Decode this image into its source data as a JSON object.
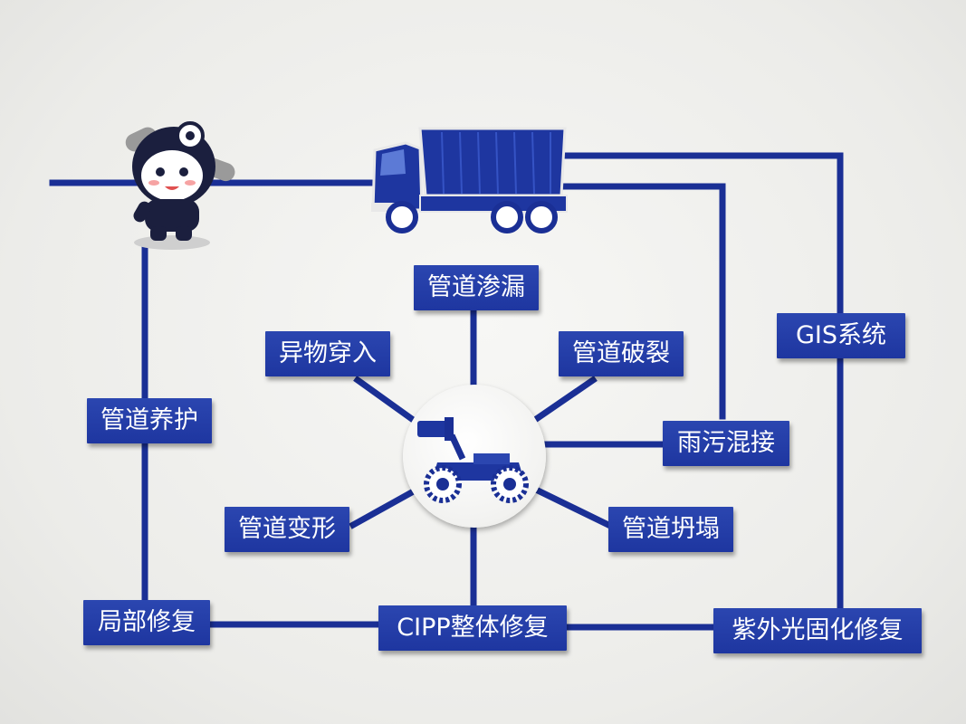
{
  "colors": {
    "accent": "#1e36a0",
    "line": "#1a2f95",
    "text": "#ffffff",
    "wall": "#efefec"
  },
  "icons": {
    "mascot": "mascot-icon",
    "truck": "dump-truck-icon",
    "robot": "pipe-robot-icon"
  },
  "labels": {
    "leakage": "管道渗漏",
    "foreign": "异物穿入",
    "rupture": "管道破裂",
    "gis": "GIS系统",
    "maintenance": "管道养护",
    "mixed": "雨污混接",
    "deform": "管道变形",
    "collapse": "管道坍塌",
    "local_repair": "局部修复",
    "cipp": "CIPP整体修复",
    "uv": "紫外光固化修复"
  }
}
